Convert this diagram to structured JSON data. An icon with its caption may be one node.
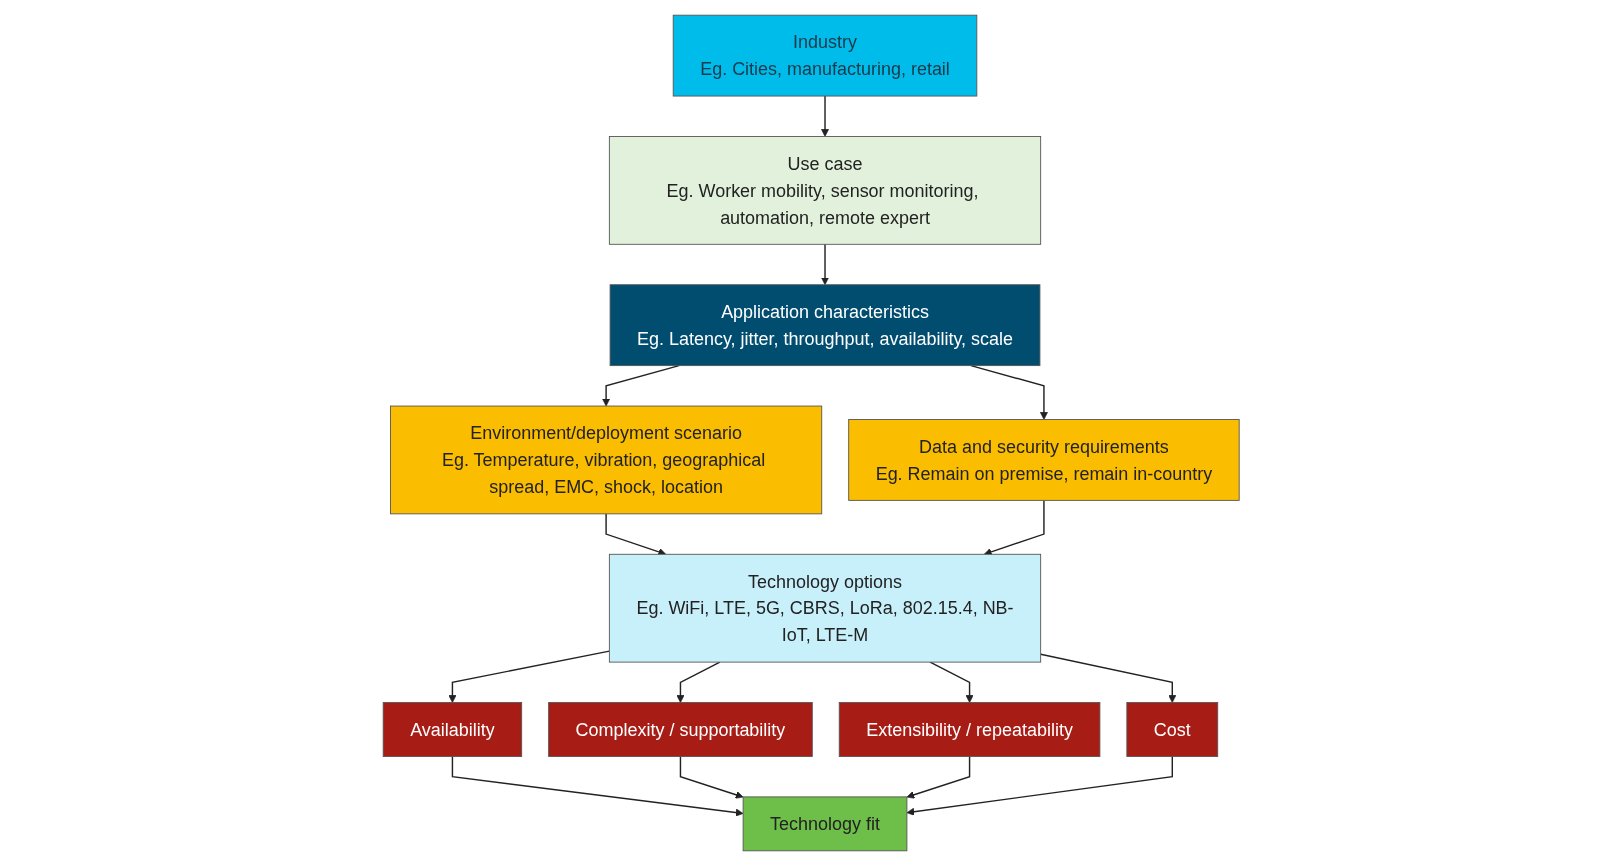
{
  "diagram": {
    "nodes": [
      {
        "text": [
          "Industry",
          "Eg. Cities, manufacturing, retail"
        ]
      },
      {
        "text": [
          "Use case",
          "Eg. Worker mobility, sensor monitoring, automation, remote expert"
        ]
      },
      {
        "text": [
          "Application characteristics",
          "Eg. Latency, jitter, throughput, availability, scale"
        ]
      },
      {
        "text": [
          "Environment/deployment scenario",
          "Eg. Temperature, vibration, geographical spread, EMC, shock, location"
        ]
      },
      {
        "text": [
          "Data and security requirements",
          "Eg. Remain on premise, remain in-country"
        ]
      },
      {
        "text": [
          "Technology options",
          "Eg. WiFi, LTE, 5G, CBRS, LoRa, 802.15.4, NB-IoT, LTE-M"
        ]
      },
      {
        "text": [
          "Availability"
        ]
      },
      {
        "text": [
          "Complexity / supportability"
        ]
      },
      {
        "text": [
          "Extensibility / repeatability"
        ]
      },
      {
        "text": [
          "Cost"
        ]
      },
      {
        "text": [
          "Technology fit"
        ]
      }
    ],
    "edges": [
      {
        "from": 0,
        "to": 1,
        "arrow": "to"
      },
      {
        "from": 1,
        "to": 2,
        "arrow": "to"
      },
      {
        "from": 2,
        "to": 3,
        "arrow": "to"
      },
      {
        "from": 2,
        "to": 4,
        "arrow": "to"
      },
      {
        "from": 3,
        "to": 5,
        "arrow": "to"
      },
      {
        "from": 4,
        "to": 5,
        "arrow": "to"
      },
      {
        "from": 5,
        "to": 6,
        "arrow": "to"
      },
      {
        "from": 5,
        "to": 7,
        "arrow": "to"
      },
      {
        "from": 5,
        "to": 8,
        "arrow": "to"
      },
      {
        "from": 5,
        "to": 9,
        "arrow": "to"
      },
      {
        "from": 6,
        "to": 10,
        "arrow": "to"
      },
      {
        "from": 7,
        "to": 10,
        "arrow": "to"
      },
      {
        "from": 8,
        "to": 10,
        "arrow": "to"
      },
      {
        "from": 9,
        "to": 10,
        "arrow": "to"
      }
    ]
  }
}
